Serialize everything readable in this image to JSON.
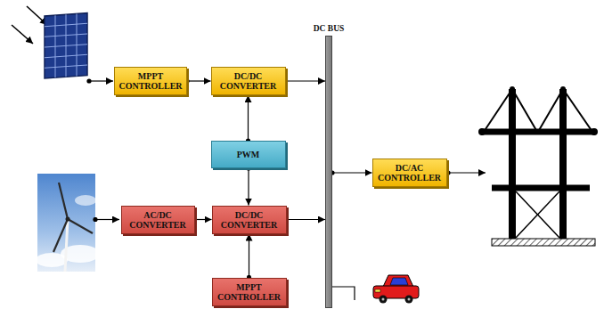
{
  "diagram": {
    "nodes": [
      {
        "text": [
          "DC BUS"
        ]
      },
      {
        "text": [
          "MPPT CONTROLLER"
        ]
      },
      {
        "text": [
          "DC/DC CONVERTER"
        ]
      },
      {
        "text": [
          "PWM"
        ]
      },
      {
        "text": [
          "DC/AC CONTROLLER"
        ]
      },
      {
        "text": [
          "AC/DC CONVERTER"
        ]
      },
      {
        "text": [
          "DC/DC CONVERTER"
        ]
      },
      {
        "text": [
          "MPPT CONTROLLER"
        ]
      }
    ],
    "edges": [
      {
        "from": 1,
        "to": 2,
        "arrow": "to"
      },
      {
        "from": 2,
        "to": 0,
        "arrow": "to"
      },
      {
        "from": 3,
        "to": 2,
        "arrow": "to"
      },
      {
        "from": 3,
        "to": 6,
        "arrow": "to"
      },
      {
        "from": 0,
        "to": 4,
        "arrow": "to"
      },
      {
        "from": 5,
        "to": 6,
        "arrow": "to"
      },
      {
        "from": 6,
        "to": 0,
        "arrow": "to"
      },
      {
        "from": 7,
        "to": 6,
        "arrow": "to"
      }
    ]
  }
}
